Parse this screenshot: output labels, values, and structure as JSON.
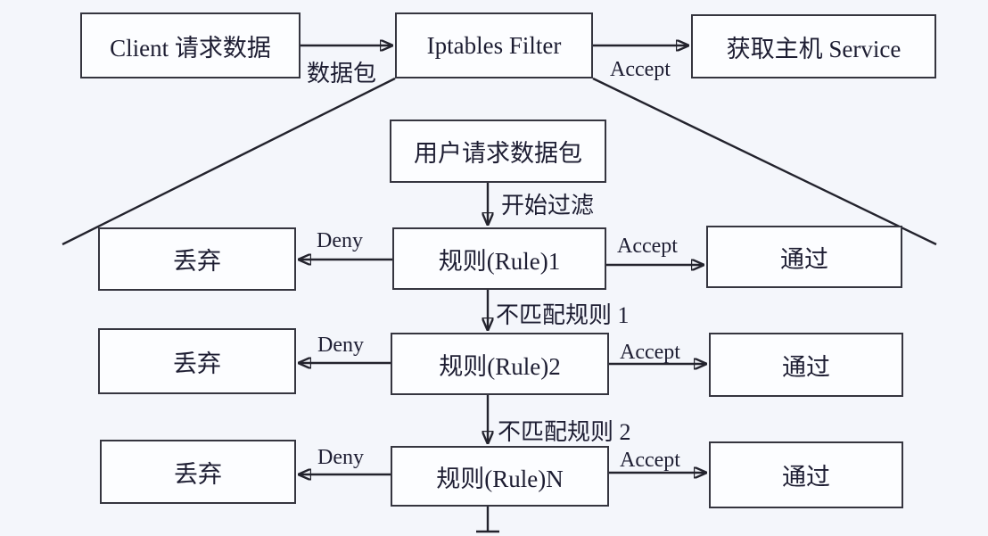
{
  "colors": {
    "background": "#f4f6fb",
    "box_fill": "#fcfdff",
    "box_border": "#35353f",
    "text": "#1d1d32",
    "line": "#23232d"
  },
  "top_flow": {
    "client": "Client 请求数据",
    "packet_edge": "数据包",
    "filter": "Iptables Filter",
    "accept_edge": "Accept",
    "service": "获取主机 Service"
  },
  "detail_flow": {
    "entry": "用户请求数据包",
    "start_edge": "开始过滤",
    "rows": [
      {
        "rule": "规则(Rule)1",
        "drop": "丢弃",
        "deny": "Deny",
        "accept": "Accept",
        "pass": "通过",
        "next": "不匹配规则 1"
      },
      {
        "rule": "规则(Rule)2",
        "drop": "丢弃",
        "deny": "Deny",
        "accept": "Accept",
        "pass": "通过",
        "next": "不匹配规则 2"
      },
      {
        "rule": "规则(Rule)N",
        "drop": "丢弃",
        "deny": "Deny",
        "accept": "Accept",
        "pass": "通过",
        "next": ""
      }
    ]
  }
}
